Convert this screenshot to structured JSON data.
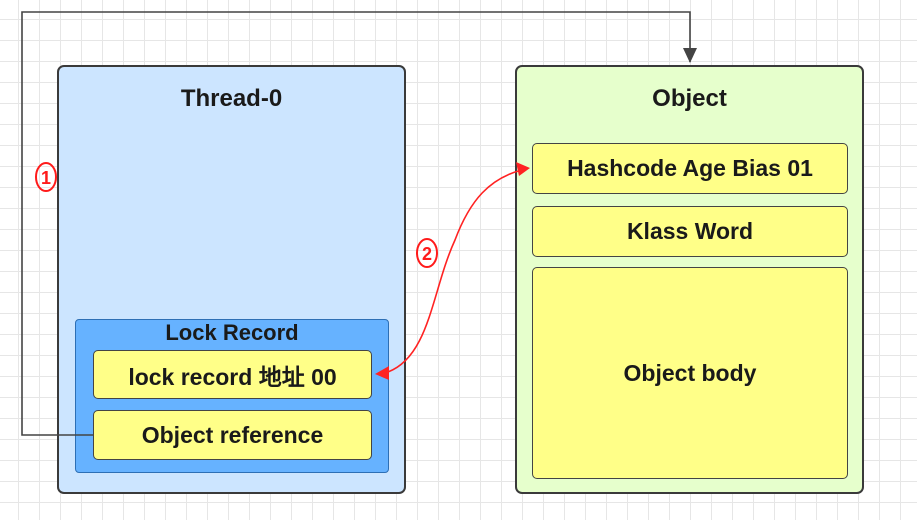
{
  "thread": {
    "title": "Thread-0",
    "lock_record": {
      "title": "Lock Record",
      "address_field": "lock  record 地址 00",
      "reference_field": "Object reference"
    }
  },
  "object": {
    "title": "Object",
    "mark_word": "Hashcode Age Bias 01",
    "klass_word": "Klass Word",
    "body": "Object body"
  },
  "annotations": {
    "step1": "1",
    "step2": "2"
  },
  "colors": {
    "thread_bg": "#cce5ff",
    "lock_record_bg": "#66b2ff",
    "object_bg": "#e6ffcc",
    "field_bg": "#ffff88",
    "arrow_red": "#ff2222",
    "connector": "#444444"
  }
}
